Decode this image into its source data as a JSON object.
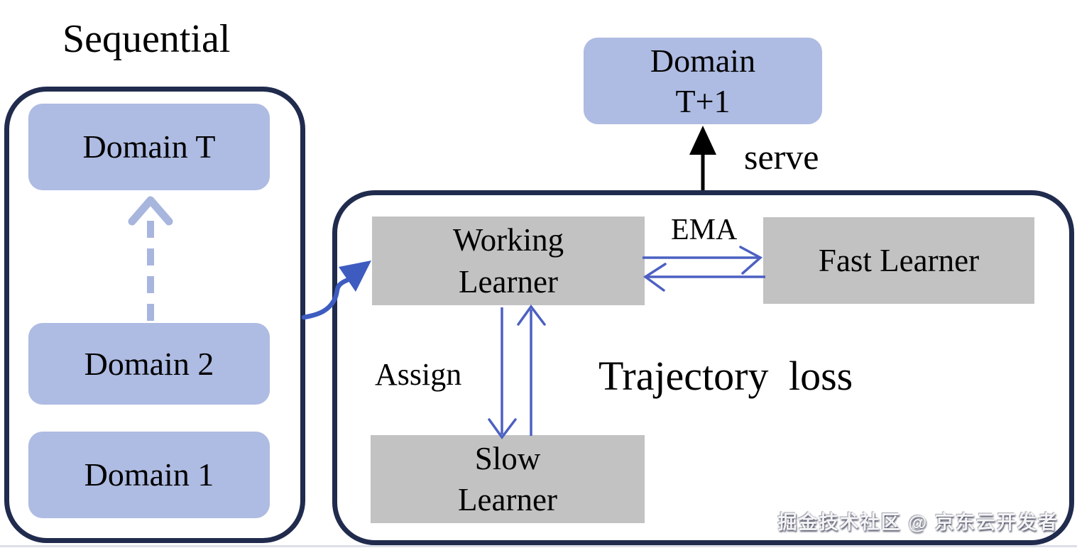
{
  "title": "Sequential",
  "colors": {
    "container_border": "#202b4d",
    "domain_box_fill": "#aebbe2",
    "learner_box_fill": "#c2c2c2",
    "arrow_light": "#a8b6de",
    "arrow_blue": "#4c60c2",
    "curved_arrow": "#3e5cc0",
    "arrow_black": "#000000"
  },
  "sequence_panel": {
    "boxes": [
      {
        "label": "Domain T"
      },
      {
        "label": "Domain 2"
      },
      {
        "label": "Domain 1"
      }
    ]
  },
  "future_domain": {
    "line1": "Domain",
    "line2": "T+1"
  },
  "serve_label": "serve",
  "learner_panel": {
    "working": {
      "line1": "Working",
      "line2": "Learner"
    },
    "fast": {
      "label": "Fast Learner"
    },
    "slow": {
      "line1": "Slow",
      "line2": "Learner"
    },
    "ema_label": "EMA",
    "assign_label": "Assign",
    "trajectory_label": "Trajectory loss"
  },
  "watermark": "掘金技术社区 @ 京东云开发者"
}
